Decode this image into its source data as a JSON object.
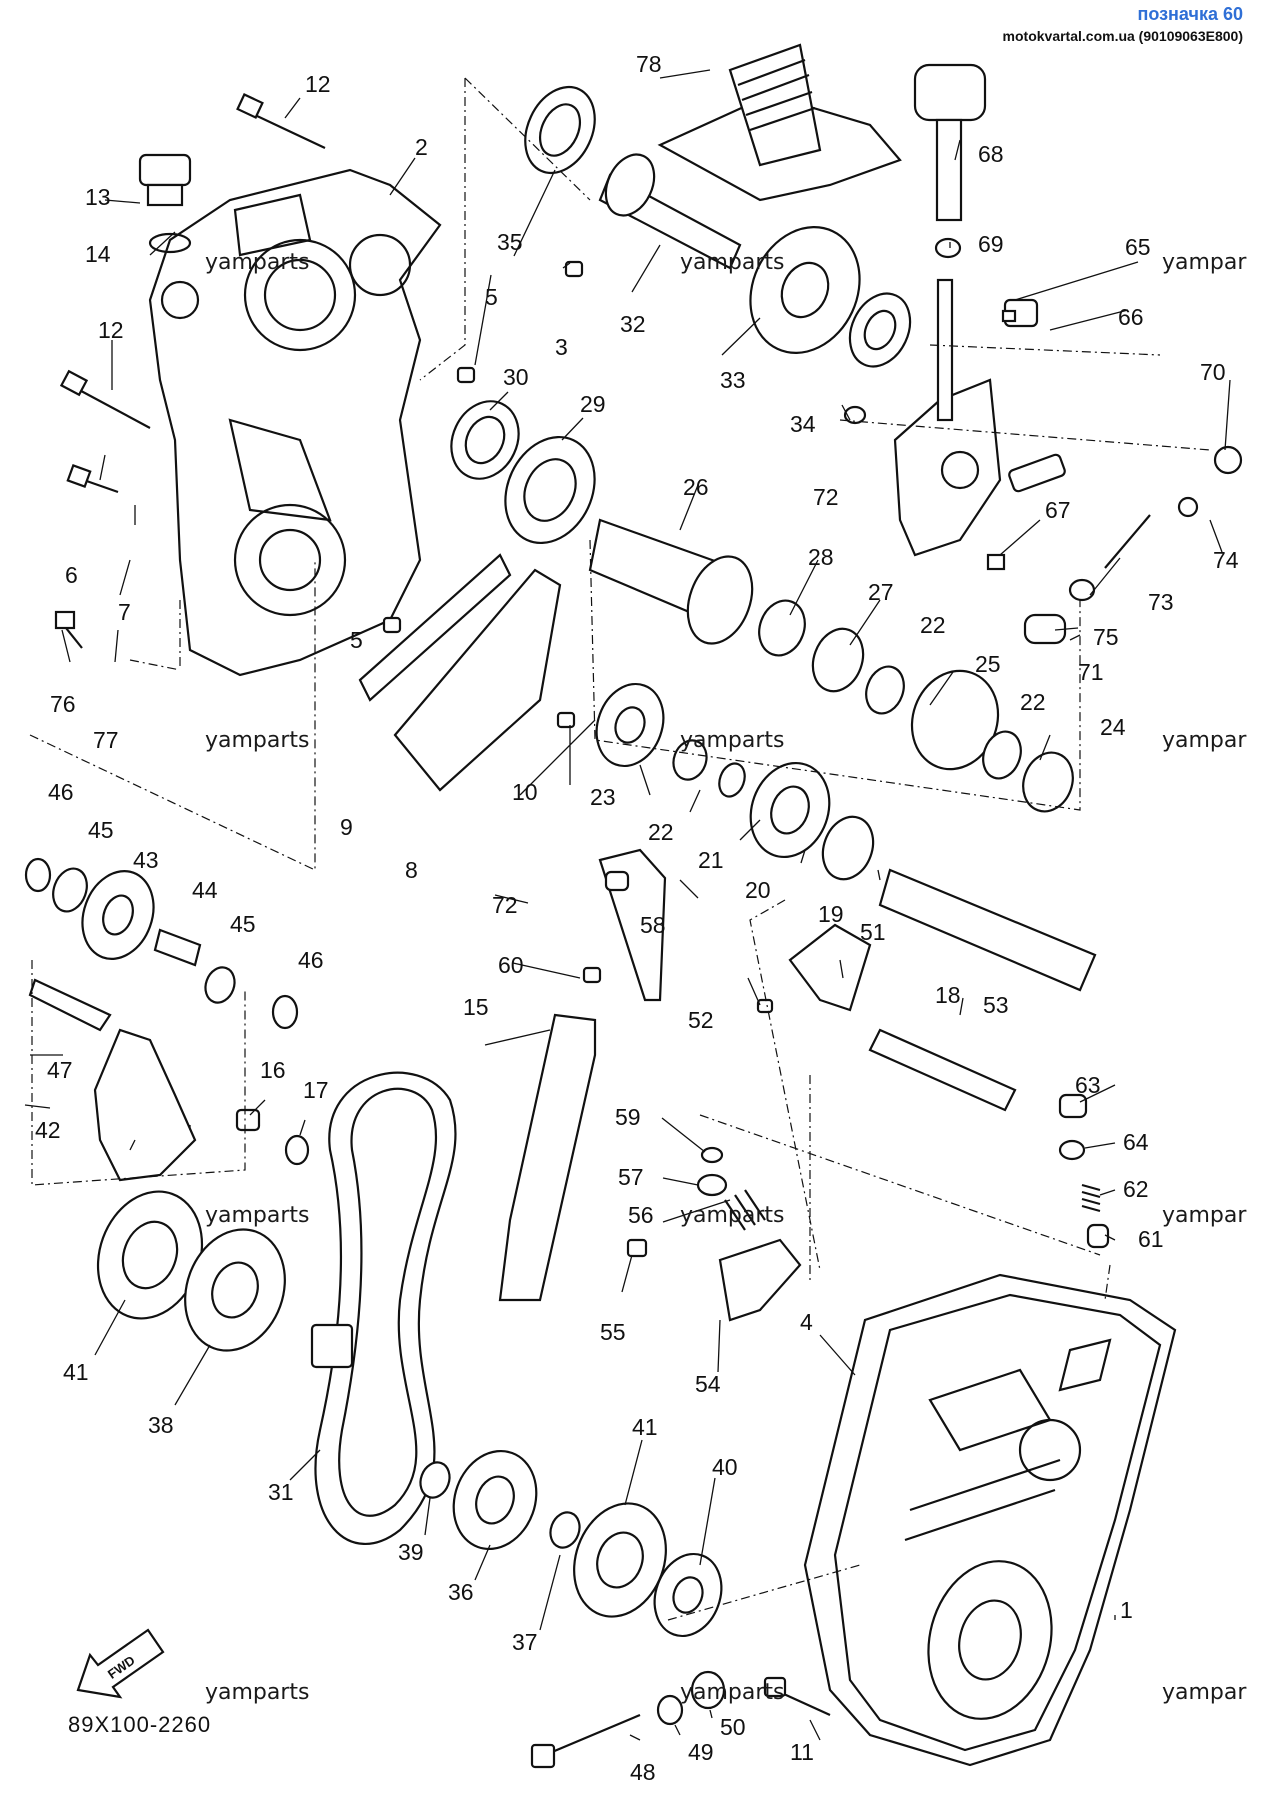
{
  "header": {
    "title": "позначка 60",
    "source": "motokvartal.com.ua (90109063E800)"
  },
  "watermarks": [
    "yamparts",
    "yamparts",
    "yampar",
    "yamparts",
    "yamparts",
    "yampar",
    "yamparts",
    "yamparts",
    "yampar",
    "yamparts",
    "yamparts",
    "yampar"
  ],
  "diagram_code": "89X100-2260",
  "fwd_label": "FWD",
  "callouts": [
    "1",
    "2",
    "3",
    "4",
    "5",
    "5",
    "6",
    "7",
    "8",
    "9",
    "10",
    "11",
    "12",
    "12",
    "13",
    "14",
    "15",
    "16",
    "17",
    "18",
    "19",
    "20",
    "21",
    "22",
    "22",
    "22",
    "23",
    "24",
    "25",
    "26",
    "27",
    "28",
    "29",
    "30",
    "31",
    "32",
    "33",
    "34",
    "35",
    "36",
    "37",
    "38",
    "39",
    "40",
    "41",
    "41",
    "42",
    "43",
    "44",
    "45",
    "45",
    "46",
    "46",
    "47",
    "48",
    "49",
    "50",
    "51",
    "52",
    "53",
    "54",
    "55",
    "56",
    "57",
    "58",
    "59",
    "60",
    "61",
    "62",
    "63",
    "64",
    "65",
    "66",
    "67",
    "68",
    "69",
    "70",
    "71",
    "72",
    "72",
    "73",
    "74",
    "75",
    "76",
    "77",
    "78"
  ]
}
